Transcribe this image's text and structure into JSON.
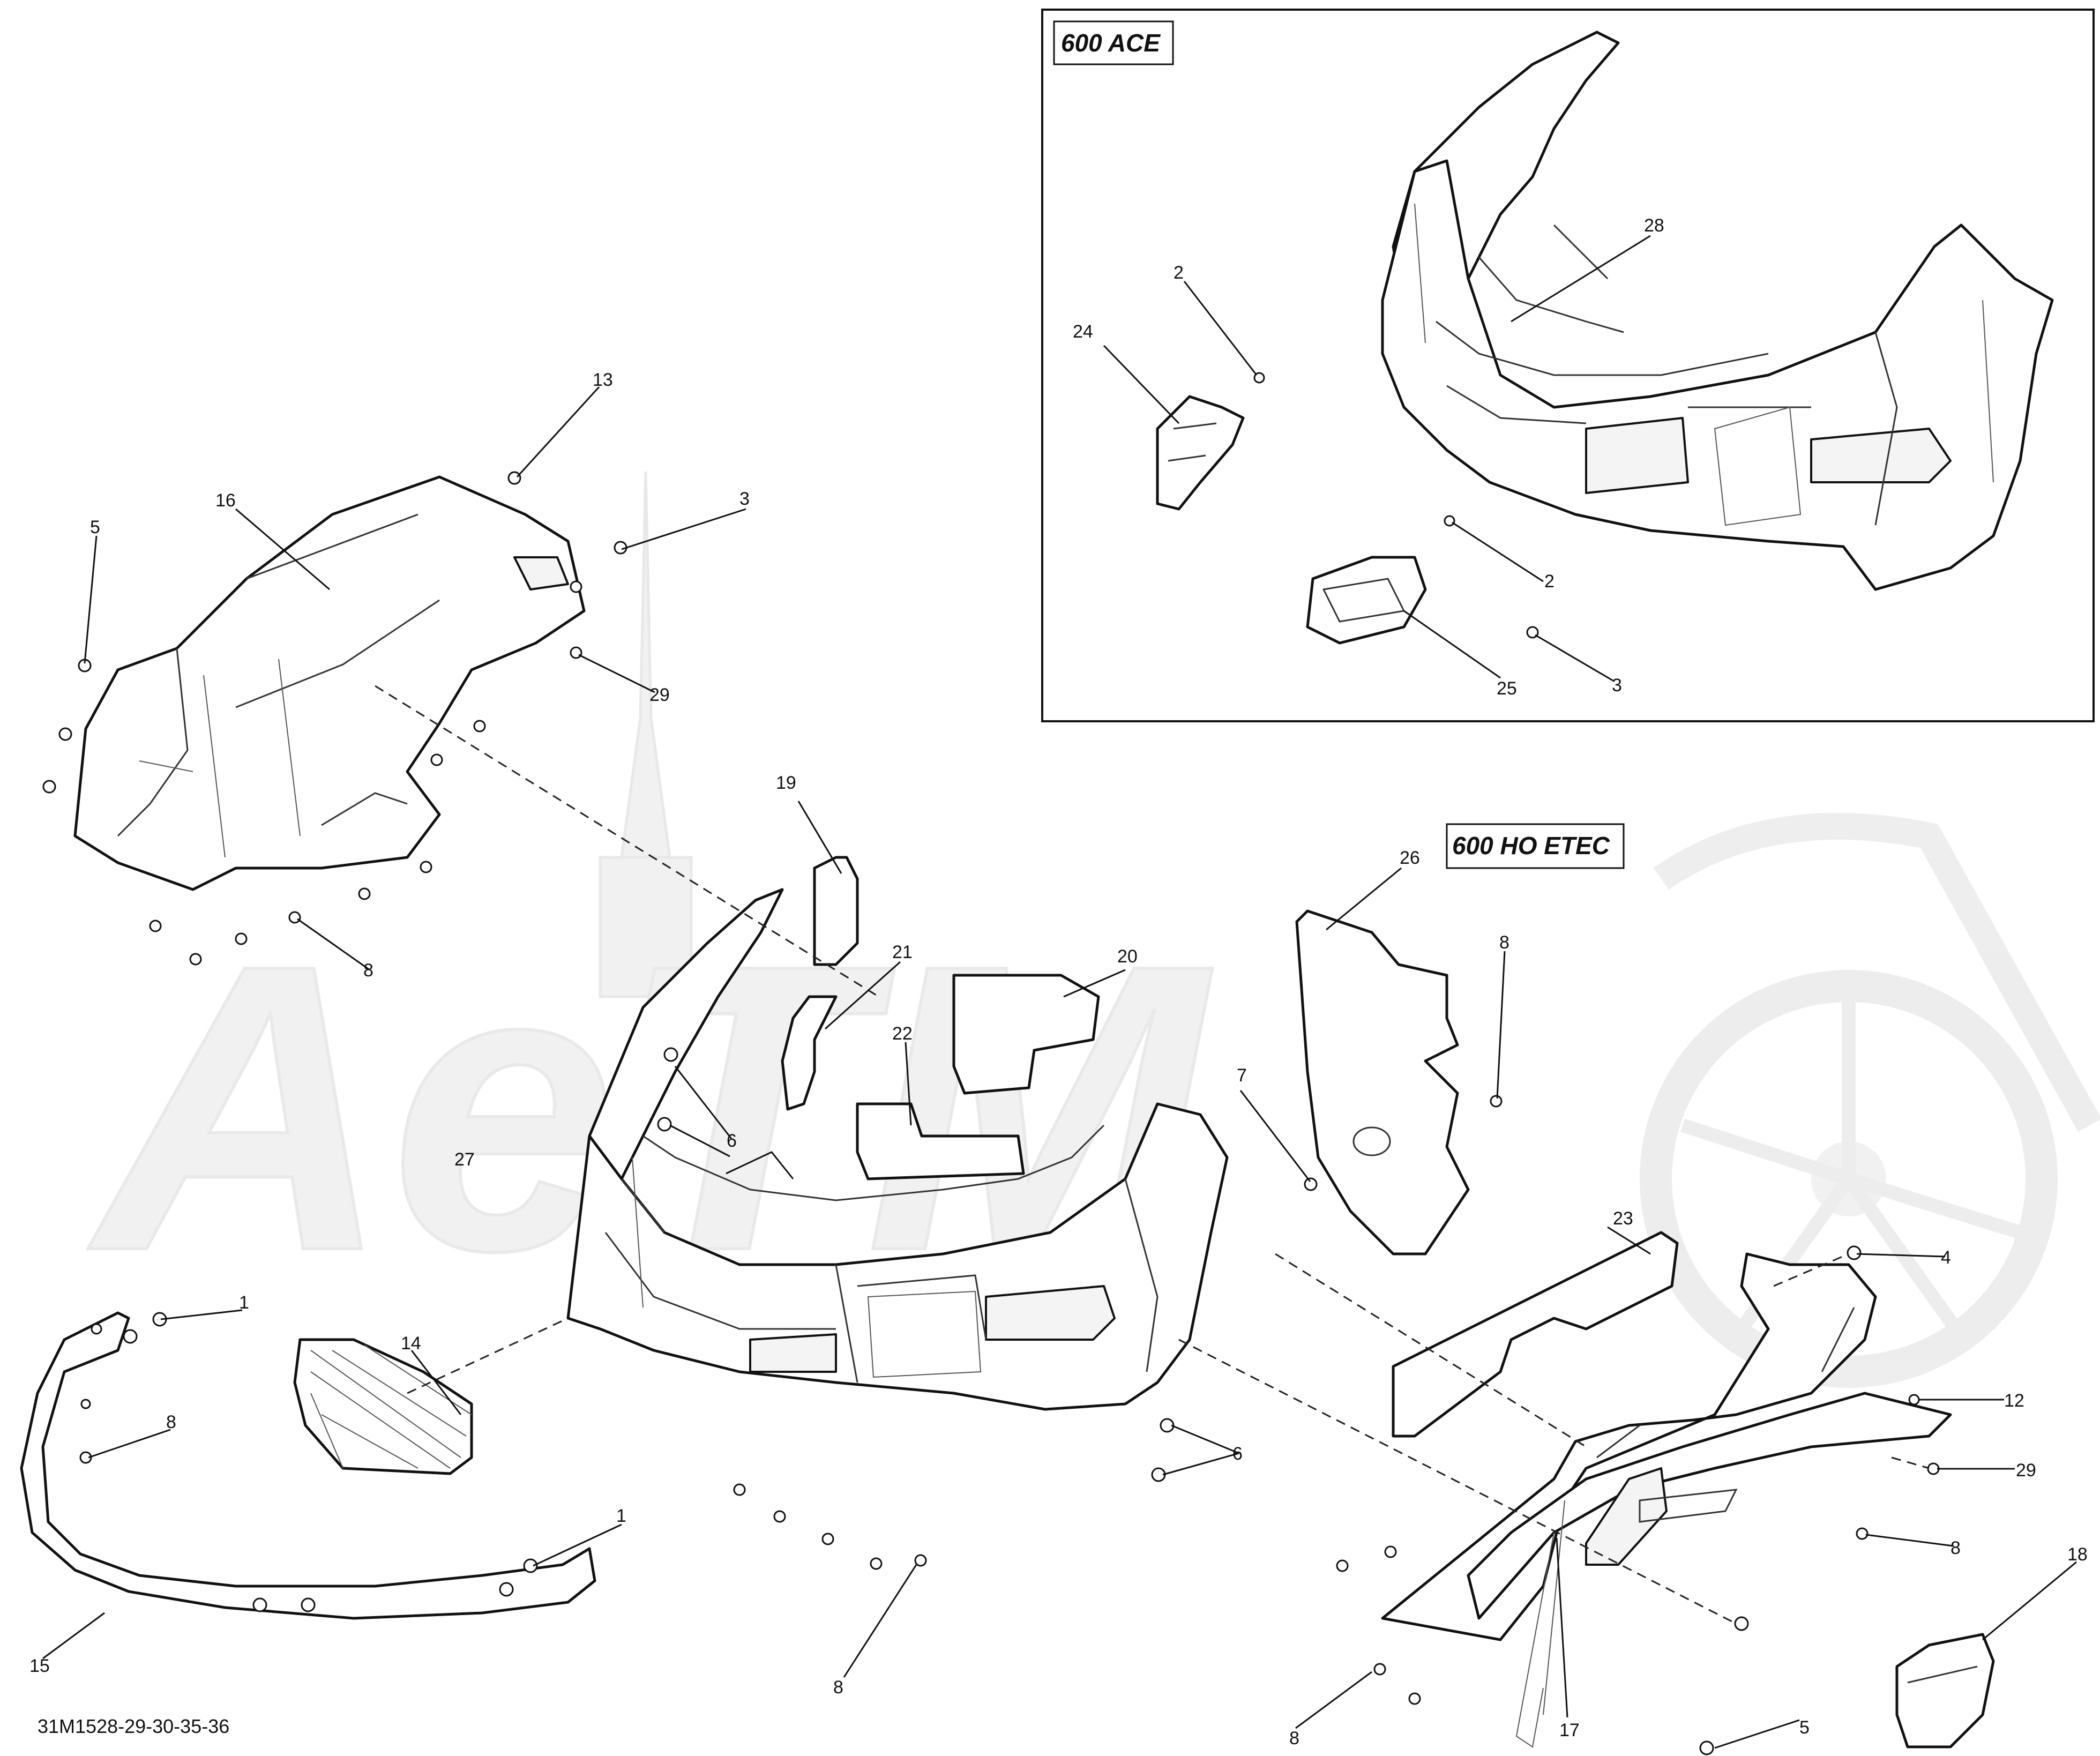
{
  "diagram": {
    "code": "31M1528-29-30-35-36",
    "watermark_text": "AeTM",
    "variant_tags": [
      {
        "id": "ace",
        "label": "600 ACE"
      },
      {
        "id": "ho",
        "label": "600 HO ETEC"
      }
    ],
    "callouts": {
      "c1a": "1",
      "c1b": "1",
      "c2a": "2",
      "c2b": "2",
      "c3a": "3",
      "c3b": "3",
      "c4": "4",
      "c5a": "5",
      "c5b": "5",
      "c6a": "6",
      "c6b": "6",
      "c7": "7",
      "c8a": "8",
      "c8b": "8",
      "c8c": "8",
      "c8d": "8",
      "c8e": "8",
      "c8f": "8",
      "c12": "12",
      "c13": "13",
      "c14": "14",
      "c15": "15",
      "c16": "16",
      "c17": "17",
      "c18": "18",
      "c19": "19",
      "c20": "20",
      "c21": "21",
      "c22": "22",
      "c23": "23",
      "c24": "24",
      "c25": "25",
      "c26": "26",
      "c27": "27",
      "c28": "28",
      "c29a": "29",
      "c29b": "29"
    }
  }
}
